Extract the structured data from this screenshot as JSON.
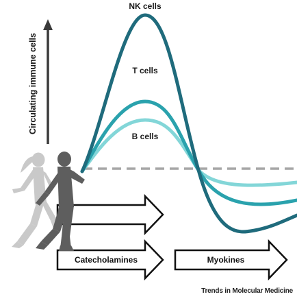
{
  "diagram": {
    "y_axis_label": "Circulating immune cells",
    "curves": [
      {
        "label": "NK cells",
        "color": "#1f6b7c"
      },
      {
        "label": "T cells",
        "color": "#2aa2ad"
      },
      {
        "label": "B cells",
        "color": "#83d6d8"
      }
    ],
    "baseline_style": "dashed",
    "baseline_color": "#a6a6a6",
    "mediators": [
      {
        "label": "Catecholamines"
      },
      {
        "label": "Myokines"
      }
    ],
    "runner_colors": {
      "front": "#5e5e5e",
      "back": "#c9c9c9"
    },
    "footer": "Trends in Molecular Medicine"
  }
}
